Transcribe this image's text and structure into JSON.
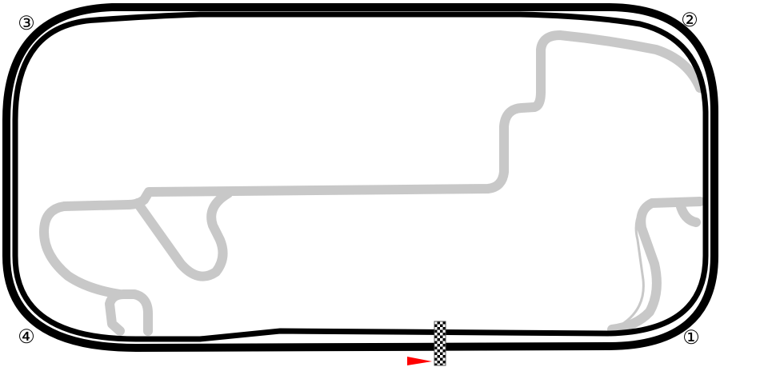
{
  "colors": {
    "oval_track": "#000000",
    "road_course": "#c8c8c8",
    "direction_arrow": "#ff0000",
    "background": "#ffffff"
  },
  "turns": [
    {
      "label": "①"
    },
    {
      "label": "②"
    },
    {
      "label": "③"
    },
    {
      "label": "④"
    }
  ],
  "icons": {
    "start_finish": "checkered-flag-icon",
    "direction": "direction-arrow-icon"
  }
}
